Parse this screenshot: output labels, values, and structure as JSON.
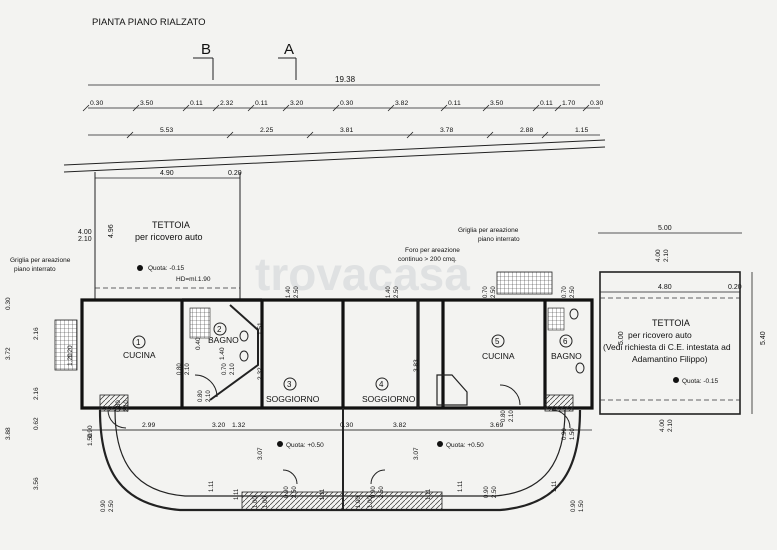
{
  "title": "PIANTA PIANO RIALZATO",
  "section_markers": [
    "B",
    "A"
  ],
  "watermark": "trovacasa",
  "overall_dimension": "19.38",
  "dim_row_1": [
    "0.30",
    "3.50",
    "0.11",
    "2.32",
    "0.11",
    "3.20",
    "0.30",
    "3.82",
    "0.11",
    "3.50",
    "0.11",
    "1.70",
    "0.30"
  ],
  "dim_row_2": [
    "5.53",
    "2.25",
    "3.81",
    "3.78",
    "2.88",
    "1.15"
  ],
  "rooms": [
    {
      "number": "1",
      "name": "CUCINA"
    },
    {
      "number": "2",
      "name": "BAGNO"
    },
    {
      "number": "3",
      "name": "SOGGIORNO"
    },
    {
      "number": "4",
      "name": "SOGGIORNO"
    },
    {
      "number": "5",
      "name": "CUCINA"
    },
    {
      "number": "6",
      "name": "BAGNO"
    }
  ],
  "tettoia_left": {
    "title": "TETTOIA",
    "subtitle": "per ricovero auto",
    "width": "4.90",
    "side": "0.20",
    "depth_a": "4.00",
    "depth_b": "2.10",
    "depth_c": "4.96",
    "quota": "Quota: -0.15",
    "hd": "HD=ml.1.90"
  },
  "tettoia_right": {
    "title": "TETTOIA",
    "line1": "per ricovero auto",
    "line2": "(Vedi richiesta di C.E. intestata ad",
    "line3": "Adamantino Filippo)",
    "quota": "Quota: -0.15",
    "width_outer": "5.00",
    "width_inner": "4.80",
    "side": "0.20",
    "depth_inner": "5.00",
    "depth_outer": "5.40",
    "h1": "4.00",
    "h2": "2.10",
    "h3": "4.00",
    "h4": "2.10"
  },
  "grid_left": {
    "line1": "Griglia per areazione",
    "line2": "piano interrato"
  },
  "grid_right": {
    "line1": "Griglia per areazione",
    "line2": "piano interrato"
  },
  "foro": {
    "line1": "Foro per areazione",
    "line2": "continuo > 200 cmq."
  },
  "quota_living_a": "Quota: +0.50",
  "quota_living_b": "Quota: +0.50",
  "horizontal_dims": [
    "2.99",
    "3.20",
    "1.32",
    "0.30",
    "3.82",
    "3.69"
  ],
  "door_labels": [
    "1.40",
    "2.50",
    "1.40",
    "2.50",
    "0.70",
    "2.50",
    "0.70",
    "2.50",
    "0.80",
    "2.10",
    "0.80",
    "2.10",
    "0.70",
    "2.10",
    "0.80",
    "2.10",
    "0.80",
    "2.10"
  ],
  "vertical_dims": [
    "2.32",
    "1.51",
    "3.83",
    "3.07",
    "3.07",
    "1.40",
    "0.40",
    "2.16",
    "3.72",
    "2.16",
    "0.30",
    "0.62",
    "3.56",
    "3.88",
    "1.20",
    "1.20",
    "0.90",
    "1.50"
  ],
  "bottom_labels": [
    "1.11",
    "1.11",
    "1.11",
    "1.11",
    "1.11",
    "1.11",
    "1.00",
    "1.00",
    "1.00",
    "1.00",
    "0.90",
    "2.50",
    "0.90",
    "2.50",
    "0.90",
    "2.50",
    "0.90",
    "2.50",
    "0.90",
    "1.50",
    "0.90",
    "1.50"
  ]
}
